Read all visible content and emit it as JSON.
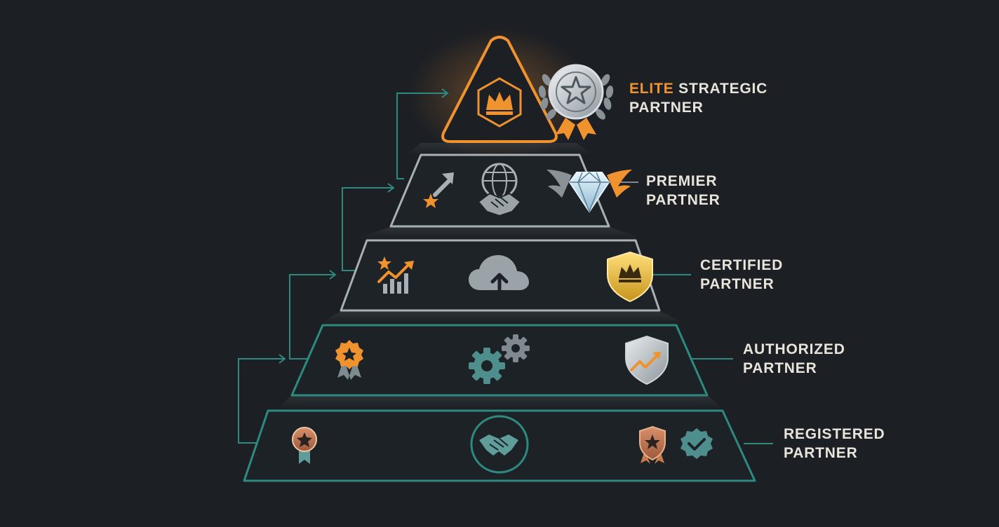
{
  "colors": {
    "background": "#1c1f24",
    "elite_accent": "#f0922e",
    "premier_outline": "#a9b0b5",
    "certified_outline": "#a9b0b5",
    "teal_outline": "#2e8a80",
    "connector": "#2e8a80",
    "label_text": "#e8e4dc"
  },
  "tiers": [
    {
      "id": "elite",
      "label_accent": "ELITE",
      "label_rest": " STRATEGIC",
      "label_line2": "PARTNER",
      "icons": [
        "crown-hexagon-icon",
        "silver-star-medal-icon"
      ]
    },
    {
      "id": "premier",
      "label_line1": "PREMIER",
      "label_line2": "PARTNER",
      "icons": [
        "growth-arrow-star-icon",
        "global-handshake-icon",
        "winged-diamond-icon"
      ]
    },
    {
      "id": "certified",
      "label_line1": "CERTIFIED",
      "label_line2": "PARTNER",
      "icons": [
        "growth-chart-star-icon",
        "cloud-upload-icon",
        "gold-crown-shield-icon"
      ]
    },
    {
      "id": "authorized",
      "label_line1": "AUTHORIZED",
      "label_line2": "PARTNER",
      "icons": [
        "award-ribbon-icon",
        "gears-icon",
        "shield-trend-icon"
      ]
    },
    {
      "id": "registered",
      "label_line1": "REGISTERED",
      "label_line2": "PARTNER",
      "icons": [
        "bronze-medal-icon",
        "handshake-circle-icon",
        "bronze-shield-badge-icon",
        "verified-check-badge-icon"
      ]
    }
  ]
}
